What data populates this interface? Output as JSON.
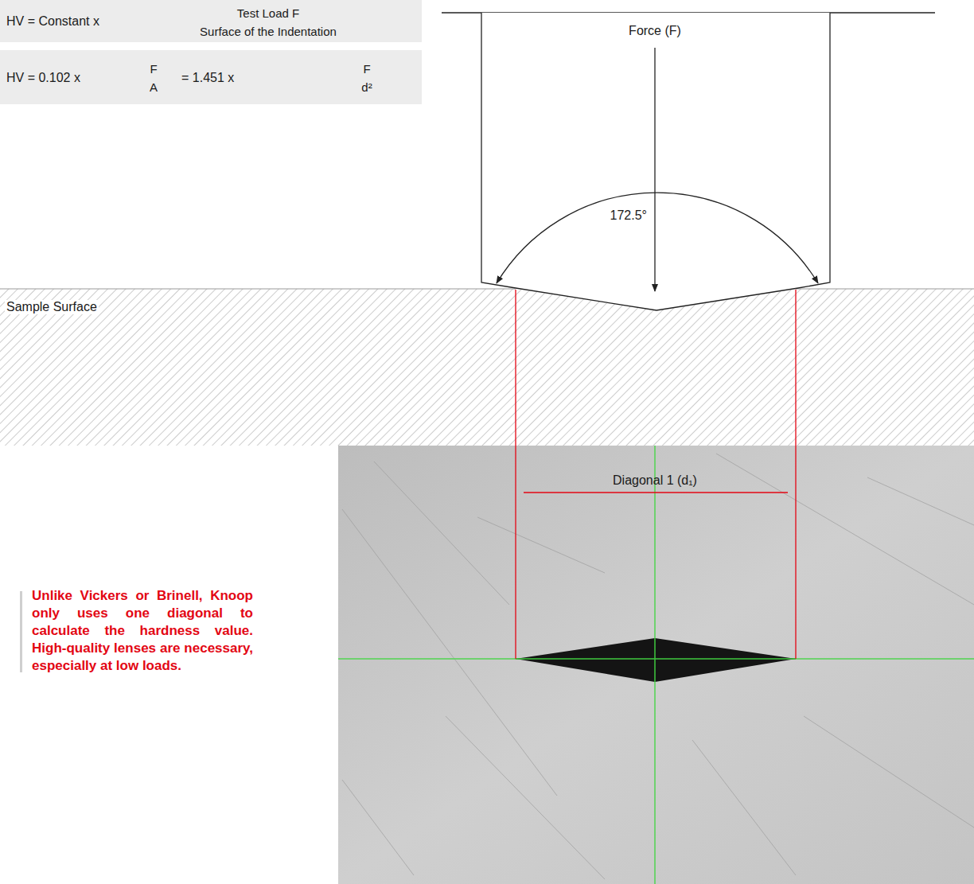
{
  "diagram": {
    "nodes": [
      {
        "text": [
          "HV = Constant x",
          "Test Load F",
          "Surface of the Indentation"
        ]
      },
      {
        "text": [
          "HV = 0.102 x",
          "F",
          "A",
          "= 1.451 x",
          "F",
          "d²"
        ]
      },
      {
        "text": [
          "Force (F)",
          "172.5°"
        ]
      },
      {
        "text": [
          "Sample Surface"
        ]
      },
      {
        "text": [
          "Diagonal 1 (d₁)"
        ]
      }
    ],
    "labels": [
      "Unlike Vickers or Brinell, Knoop only uses one diagonal to calculate the hardness value. High-quality lenses are necessary, especially at low loads."
    ]
  }
}
